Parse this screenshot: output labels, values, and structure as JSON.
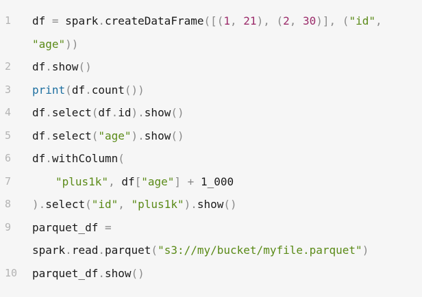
{
  "code_block": {
    "line_numbers": [
      "1",
      "2",
      "3",
      "4",
      "5",
      "6",
      "7",
      "8",
      "9",
      "10"
    ],
    "lines": [
      {
        "number": "1",
        "rows": [
          [
            {
              "t": "id",
              "v": "df"
            },
            {
              "t": "op",
              "v": " = "
            },
            {
              "t": "id",
              "v": "spark"
            },
            {
              "t": "op",
              "v": "."
            },
            {
              "t": "id",
              "v": "createDataFrame"
            },
            {
              "t": "pn",
              "v": "([("
            },
            {
              "t": "num",
              "v": "1"
            },
            {
              "t": "pn",
              "v": ", "
            },
            {
              "t": "num",
              "v": "21"
            },
            {
              "t": "pn",
              "v": "), ("
            },
            {
              "t": "num",
              "v": "2"
            },
            {
              "t": "pn",
              "v": ", "
            },
            {
              "t": "num",
              "v": "30"
            },
            {
              "t": "pn",
              "v": ")], ("
            },
            {
              "t": "str",
              "v": "\"id\""
            },
            {
              "t": "pn",
              "v": ","
            }
          ],
          [
            {
              "t": "str",
              "v": "\"age\""
            },
            {
              "t": "pn",
              "v": "))"
            }
          ]
        ]
      },
      {
        "number": "2",
        "rows": [
          [
            {
              "t": "id",
              "v": "df"
            },
            {
              "t": "op",
              "v": "."
            },
            {
              "t": "id",
              "v": "show"
            },
            {
              "t": "pn",
              "v": "()"
            }
          ]
        ]
      },
      {
        "number": "3",
        "rows": [
          [
            {
              "t": "kw",
              "v": "print"
            },
            {
              "t": "pn",
              "v": "("
            },
            {
              "t": "id",
              "v": "df"
            },
            {
              "t": "op",
              "v": "."
            },
            {
              "t": "id",
              "v": "count"
            },
            {
              "t": "pn",
              "v": "())"
            }
          ]
        ]
      },
      {
        "number": "4",
        "rows": [
          [
            {
              "t": "id",
              "v": "df"
            },
            {
              "t": "op",
              "v": "."
            },
            {
              "t": "id",
              "v": "select"
            },
            {
              "t": "pn",
              "v": "("
            },
            {
              "t": "id",
              "v": "df"
            },
            {
              "t": "op",
              "v": "."
            },
            {
              "t": "id",
              "v": "id"
            },
            {
              "t": "pn",
              "v": ")"
            },
            {
              "t": "op",
              "v": "."
            },
            {
              "t": "id",
              "v": "show"
            },
            {
              "t": "pn",
              "v": "()"
            }
          ]
        ]
      },
      {
        "number": "5",
        "rows": [
          [
            {
              "t": "id",
              "v": "df"
            },
            {
              "t": "op",
              "v": "."
            },
            {
              "t": "id",
              "v": "select"
            },
            {
              "t": "pn",
              "v": "("
            },
            {
              "t": "str",
              "v": "\"age\""
            },
            {
              "t": "pn",
              "v": ")"
            },
            {
              "t": "op",
              "v": "."
            },
            {
              "t": "id",
              "v": "show"
            },
            {
              "t": "pn",
              "v": "()"
            }
          ]
        ]
      },
      {
        "number": "6",
        "rows": [
          [
            {
              "t": "id",
              "v": "df"
            },
            {
              "t": "op",
              "v": "."
            },
            {
              "t": "id",
              "v": "withColumn"
            },
            {
              "t": "pn",
              "v": "("
            }
          ]
        ]
      },
      {
        "number": "7",
        "indent": true,
        "rows": [
          [
            {
              "t": "str",
              "v": "\"plus1k\""
            },
            {
              "t": "pn",
              "v": ", "
            },
            {
              "t": "id",
              "v": "df"
            },
            {
              "t": "pn",
              "v": "["
            },
            {
              "t": "str",
              "v": "\"age\""
            },
            {
              "t": "pn",
              "v": "]"
            },
            {
              "t": "op",
              "v": " + "
            },
            {
              "t": "id",
              "v": "1_000"
            }
          ]
        ]
      },
      {
        "number": "8",
        "rows": [
          [
            {
              "t": "pn",
              "v": ")"
            },
            {
              "t": "op",
              "v": "."
            },
            {
              "t": "id",
              "v": "select"
            },
            {
              "t": "pn",
              "v": "("
            },
            {
              "t": "str",
              "v": "\"id\""
            },
            {
              "t": "pn",
              "v": ", "
            },
            {
              "t": "str",
              "v": "\"plus1k\""
            },
            {
              "t": "pn",
              "v": ")"
            },
            {
              "t": "op",
              "v": "."
            },
            {
              "t": "id",
              "v": "show"
            },
            {
              "t": "pn",
              "v": "()"
            }
          ]
        ]
      },
      {
        "number": "9",
        "rows": [
          [
            {
              "t": "id",
              "v": "parquet_df"
            },
            {
              "t": "op",
              "v": " ="
            }
          ],
          [
            {
              "t": "id",
              "v": "spark"
            },
            {
              "t": "op",
              "v": "."
            },
            {
              "t": "id",
              "v": "read"
            },
            {
              "t": "op",
              "v": "."
            },
            {
              "t": "id",
              "v": "parquet"
            },
            {
              "t": "pn",
              "v": "("
            },
            {
              "t": "str",
              "v": "\"s3://my/bucket/myfile.parquet\""
            },
            {
              "t": "pn",
              "v": ")"
            }
          ]
        ]
      },
      {
        "number": "10",
        "rows": [
          [
            {
              "t": "id",
              "v": "parquet_df"
            },
            {
              "t": "op",
              "v": "."
            },
            {
              "t": "id",
              "v": "show"
            },
            {
              "t": "pn",
              "v": "()"
            }
          ]
        ]
      }
    ],
    "colors": {
      "background": "#f6f6f6",
      "line_number": "#b3b3b3",
      "identifier": "#1a1a1a",
      "number": "#9b2b6a",
      "string": "#5a8a17",
      "keyword": "#1d6fa0",
      "punctuation": "#8a8a8a"
    }
  }
}
